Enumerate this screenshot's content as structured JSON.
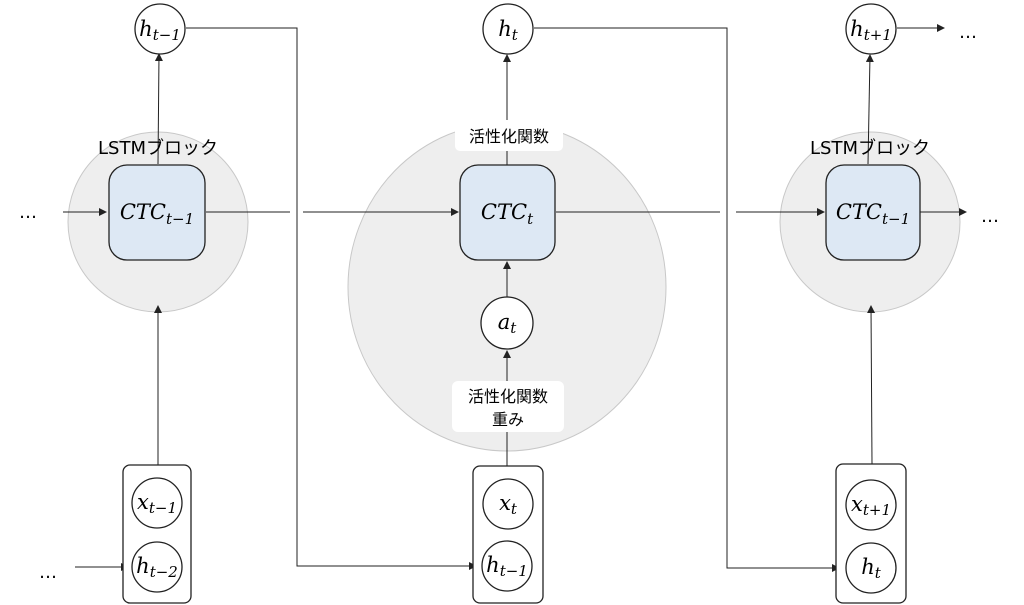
{
  "nodes": {
    "h_prev": {
      "base": "h",
      "sub": "t−1"
    },
    "h_cur": {
      "base": "h",
      "sub": "t"
    },
    "h_next": {
      "base": "h",
      "sub": "t+1"
    },
    "ctc_left": {
      "base": "CTC",
      "sub": "t−1"
    },
    "ctc_mid": {
      "base": "CTC",
      "sub": "t"
    },
    "ctc_right": {
      "base": "CTC",
      "sub": "t−1"
    },
    "a_t": {
      "base": "a",
      "sub": "t"
    },
    "x_prev": {
      "base": "x",
      "sub": "t−1"
    },
    "h_tm2": {
      "base": "h",
      "sub": "t−2"
    },
    "x_cur": {
      "base": "x",
      "sub": "t"
    },
    "h_in_mid": {
      "base": "h",
      "sub": "t−1"
    },
    "x_next": {
      "base": "x",
      "sub": "t+1"
    },
    "h_in_right": {
      "base": "h",
      "sub": "t"
    }
  },
  "labels": {
    "lstm_left": "LSTMブロック",
    "lstm_right": "LSTMブロック",
    "activation_top": "活性化関数",
    "activation_bottom_1": "活性化関数",
    "activation_bottom_2": "重み"
  },
  "ellipsis": "…",
  "colors": {
    "block_fill": "#dde8f4",
    "block_stroke": "#222222",
    "circle_bg": "#eeeeee",
    "circle_bg_stroke": "#c8c8c8",
    "line": "#222222"
  }
}
